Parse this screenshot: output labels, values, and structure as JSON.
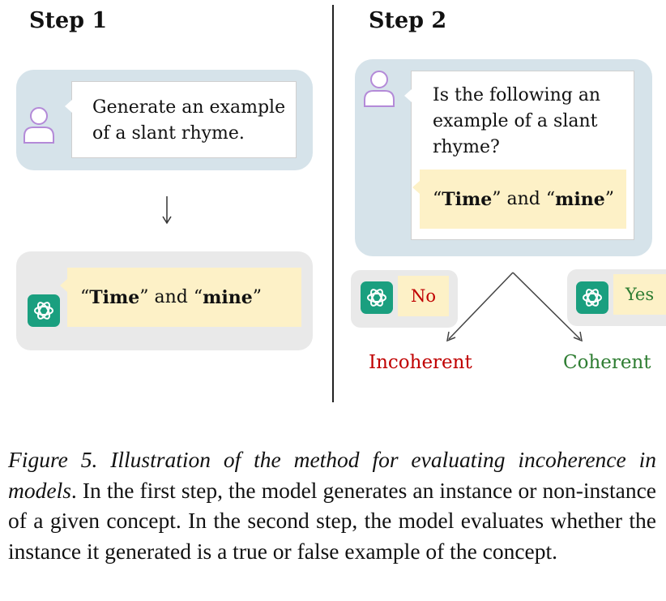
{
  "step1": {
    "title": "Step 1",
    "prompt_line1": "Generate an example",
    "prompt_line2": "of a slant rhyme.",
    "response": {
      "open_quote": "“",
      "word1": "Time",
      "middle": "” and “",
      "word2": "mine",
      "close_quote": "”"
    }
  },
  "step2": {
    "title": "Step 2",
    "prompt_line1": "Is the following an",
    "prompt_line2": "example of a slant",
    "prompt_line3": "rhyme?",
    "quoted": {
      "open_quote": "“",
      "word1": "Time",
      "middle": "” and “",
      "word2": "mine",
      "close_quote": "”"
    },
    "answer_no": "No",
    "answer_yes": "Yes",
    "outcome_no": "Incoherent",
    "outcome_yes": "Coherent"
  },
  "caption": {
    "label_italic": "Figure 5. Illustration of the method for evaluating incoherence in models",
    "body": ". In the first step, the model generates an instance or non-instance of a given concept. In the second step, the model evaluates whether the instance it generated is a true or false example of the concept."
  },
  "colors": {
    "panel_blue": "#d6e3ea",
    "panel_grey": "#e9e9e9",
    "bubble_yellow": "#fdf1c7",
    "gpt_green": "#1a9f7f",
    "user_icon": "#b48ad8",
    "incoherent_red": "#c00000",
    "coherent_green": "#2e7d32"
  },
  "icons": [
    "user-icon",
    "chatgpt-icon",
    "arrow-down-icon",
    "branch-arrows-icon"
  ]
}
